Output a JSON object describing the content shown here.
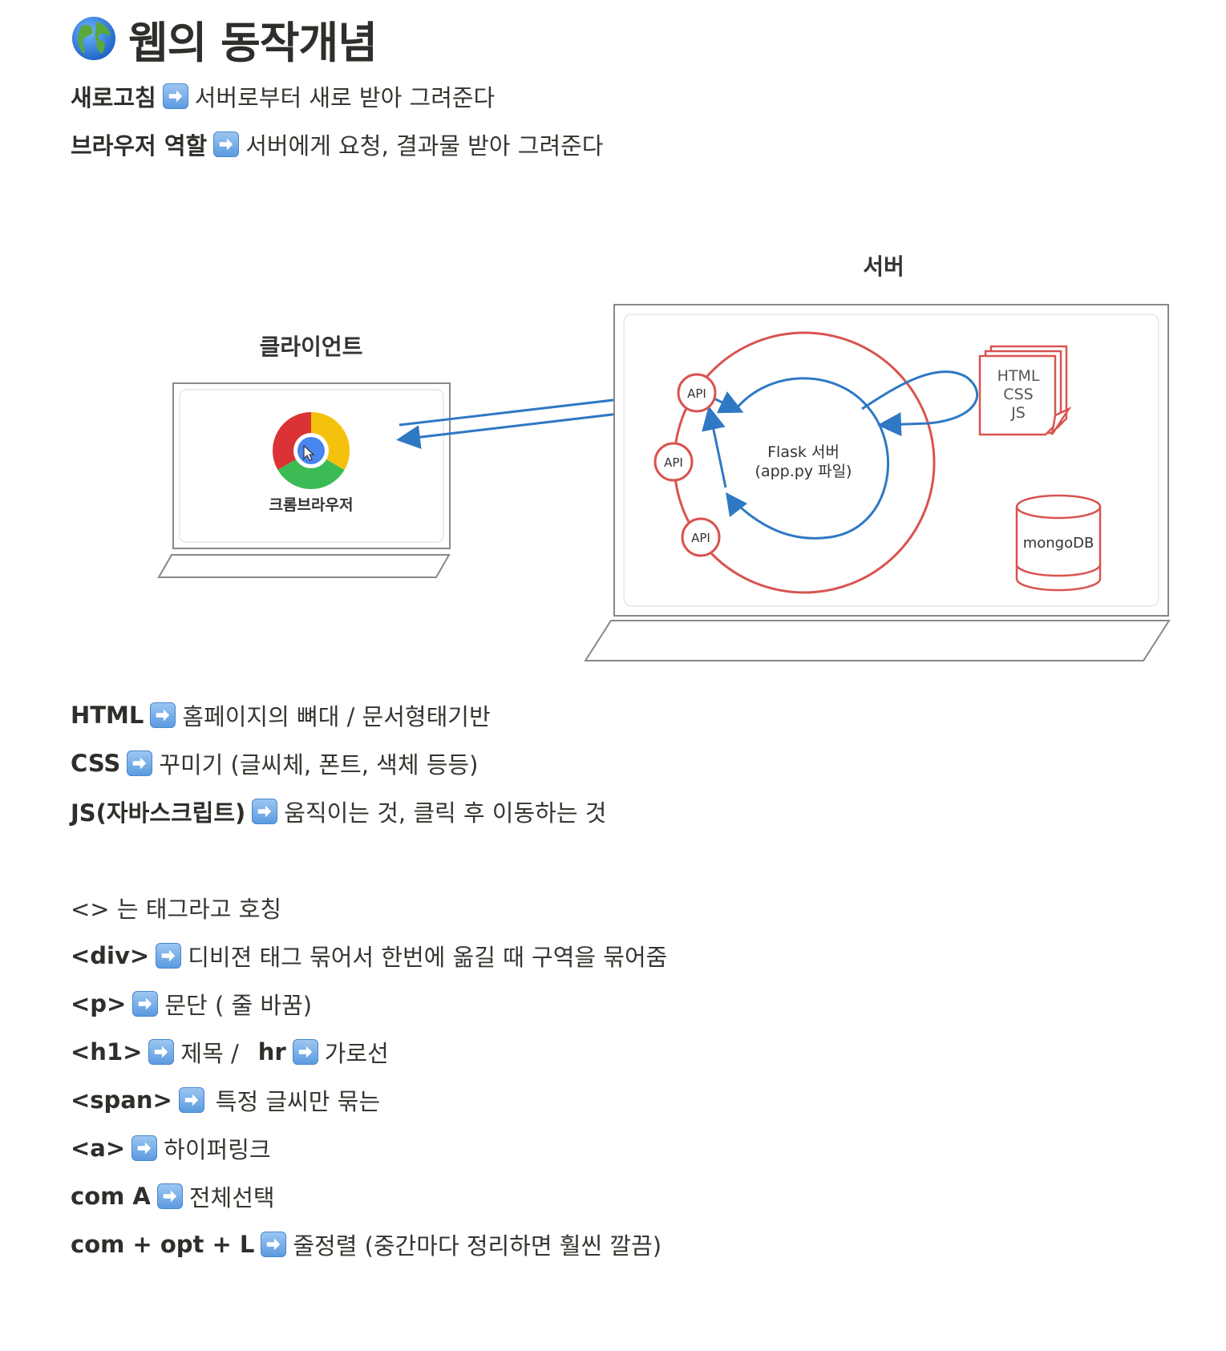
{
  "title": "웹의 동작개념",
  "intro": [
    {
      "label": "새로고침",
      "desc": "서버로부터 새로 받아 그려준다"
    },
    {
      "label": "브라우저 역할",
      "desc": "서버에게 요청, 결과물 받아 그려준다"
    }
  ],
  "diagram": {
    "server_title": "서버",
    "client_title": "클라이언트",
    "browser_label": "크롬브라우저",
    "api_label": "API",
    "flask_line1": "Flask 서버",
    "flask_line2": "(app.py 파일)",
    "files": [
      "HTML",
      "CSS",
      "JS"
    ],
    "db_label": "mongoDB",
    "colors": {
      "red": "#d9534f",
      "blue": "#2f78c4",
      "frame": "#8a8a8a"
    }
  },
  "tech": [
    {
      "label": "HTML",
      "desc": "홈페이지의 뼈대 / 문서형태기반"
    },
    {
      "label": "CSS",
      "desc": "꾸미기 (글씨체, 폰트, 색체 등등)"
    },
    {
      "label": "JS(자바스크립트)",
      "desc": "움직이는 것, 클릭 후 이동하는 것"
    }
  ],
  "tags_intro": "<> 는 태그라고 호칭",
  "tags": {
    "div": {
      "label": "<div>",
      "desc": "디비젼 태그 묶어서 한번에 옮길 때 구역을 묶어줌"
    },
    "p": {
      "label": "<p>",
      "desc": "문단 ( 줄 바꿈)"
    },
    "h1": {
      "label": "<h1>",
      "desc": "제목 /",
      "label2": "hr",
      "desc2": "가로선"
    },
    "span": {
      "label": "<span>",
      "desc": "특정 글씨만 묶는"
    },
    "a": {
      "label": "<a>",
      "desc": "하이퍼링크"
    },
    "selectall": {
      "label": "com A",
      "desc": "전체선택"
    },
    "format": {
      "label": "com + opt + L",
      "desc": "줄정렬 (중간마다 정리하면 훨씬 깔끔)"
    }
  }
}
